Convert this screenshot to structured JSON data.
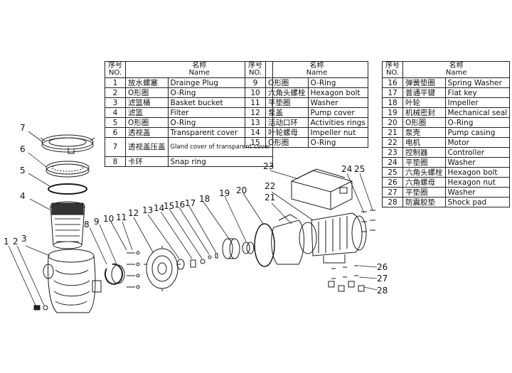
{
  "header": {
    "no_zh": "序号",
    "no_en": "NO.",
    "name_zh": "名称",
    "name_en": "Name"
  },
  "table1": [
    {
      "no": "1",
      "zh": "放水螺塞",
      "en": "Drainge Plug"
    },
    {
      "no": "2",
      "zh": "O形圈",
      "en": "O-Ring"
    },
    {
      "no": "3",
      "zh": "滤篮桶",
      "en": "Basket bucket"
    },
    {
      "no": "4",
      "zh": "滤篮",
      "en": "Filter"
    },
    {
      "no": "5",
      "zh": "O形圈",
      "en": "O-Ring"
    },
    {
      "no": "6",
      "zh": "透视盖",
      "en": "Transparent cover"
    },
    {
      "no": "7",
      "zh": "透视盖压盖",
      "en": "Gland cover of transparent cover"
    },
    {
      "no": "8",
      "zh": "卡环",
      "en": "Snap ring"
    }
  ],
  "table2": [
    {
      "no": "9",
      "zh": "O形圈",
      "en": "O-Ring"
    },
    {
      "no": "10",
      "zh": "六角头螺栓",
      "en": "Hexagon bolt"
    },
    {
      "no": "11",
      "zh": "平垫圈",
      "en": "Washer"
    },
    {
      "no": "12",
      "zh": "泵盖",
      "en": "Pump cover"
    },
    {
      "no": "13",
      "zh": "活动口环",
      "en": "Activities rings"
    },
    {
      "no": "14",
      "zh": "叶轮螺母",
      "en": "Impeller nut"
    },
    {
      "no": "15",
      "zh": "O形圈",
      "en": "O-Ring"
    }
  ],
  "table3": [
    {
      "no": "16",
      "zh": "弹簧垫圈",
      "en": "Spring Washer"
    },
    {
      "no": "17",
      "zh": "普通平键",
      "en": "Flat key"
    },
    {
      "no": "18",
      "zh": "叶轮",
      "en": "Impeller"
    },
    {
      "no": "19",
      "zh": "机械密封",
      "en": "Mechanical seal"
    },
    {
      "no": "20",
      "zh": "O形圈",
      "en": "O-Ring"
    },
    {
      "no": "21",
      "zh": "泵壳",
      "en": "Pump casing"
    },
    {
      "no": "22",
      "zh": "电机",
      "en": "Motor"
    },
    {
      "no": "23",
      "zh": "控制器",
      "en": "Controller"
    },
    {
      "no": "24",
      "zh": "平垫圈",
      "en": "Washer"
    },
    {
      "no": "25",
      "zh": "六角头螺栓",
      "en": "Hexagon bolt"
    },
    {
      "no": "26",
      "zh": "六角螺母",
      "en": "Hexagon nut"
    },
    {
      "no": "27",
      "zh": "平垫圈",
      "en": "Washer"
    },
    {
      "no": "28",
      "zh": "防震胶垫",
      "en": "Shock pad"
    }
  ],
  "callouts": [
    "1",
    "2",
    "3",
    "4",
    "5",
    "6",
    "7",
    "8",
    "9",
    "10",
    "11",
    "12",
    "13",
    "14",
    "15",
    "16",
    "17",
    "18",
    "19",
    "20",
    "21",
    "22",
    "23",
    "24",
    "25",
    "26",
    "27",
    "28"
  ]
}
